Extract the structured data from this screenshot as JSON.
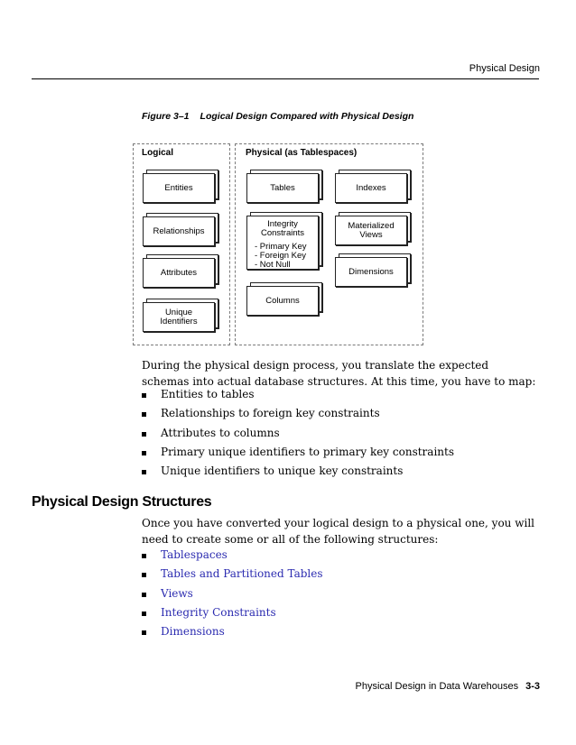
{
  "header": {
    "running_head": "Physical Design"
  },
  "figure": {
    "caption_number": "Figure 3–1",
    "caption_title": "Logical Design Compared with Physical Design",
    "logical": {
      "title": "Logical",
      "items": [
        "Entities",
        "Relationships",
        "Attributes",
        "Unique Identifiers"
      ]
    },
    "physical": {
      "title": "Physical (as Tablespaces)",
      "tables": "Tables",
      "indexes": "Indexes",
      "integrity_constraints": "Integrity Constraints",
      "constraint_list": [
        "- Primary Key",
        "- Foreign Key",
        "- Not Null"
      ],
      "materialized_views": "Materialized Views",
      "dimensions": "Dimensions",
      "columns": "Columns"
    }
  },
  "intro_paragraph": "During the physical design process, you translate the expected schemas into actual database structures. At this time, you have to map:",
  "mapping_list": [
    "Entities to tables",
    "Relationships to foreign key constraints",
    "Attributes to columns",
    "Primary unique identifiers to primary key constraints",
    "Unique identifiers to unique key constraints"
  ],
  "section": {
    "title": "Physical Design Structures",
    "paragraph": "Once you have converted your logical design to a physical one, you will need to create some or all of the following structures:",
    "links": [
      "Tablespaces",
      "Tables and Partitioned Tables",
      "Views",
      "Integrity Constraints",
      "Dimensions"
    ]
  },
  "footer": {
    "title": "Physical Design in Data Warehouses",
    "page": "3-3"
  },
  "colors": {
    "link": "#2b2bb0",
    "text": "#000000"
  }
}
